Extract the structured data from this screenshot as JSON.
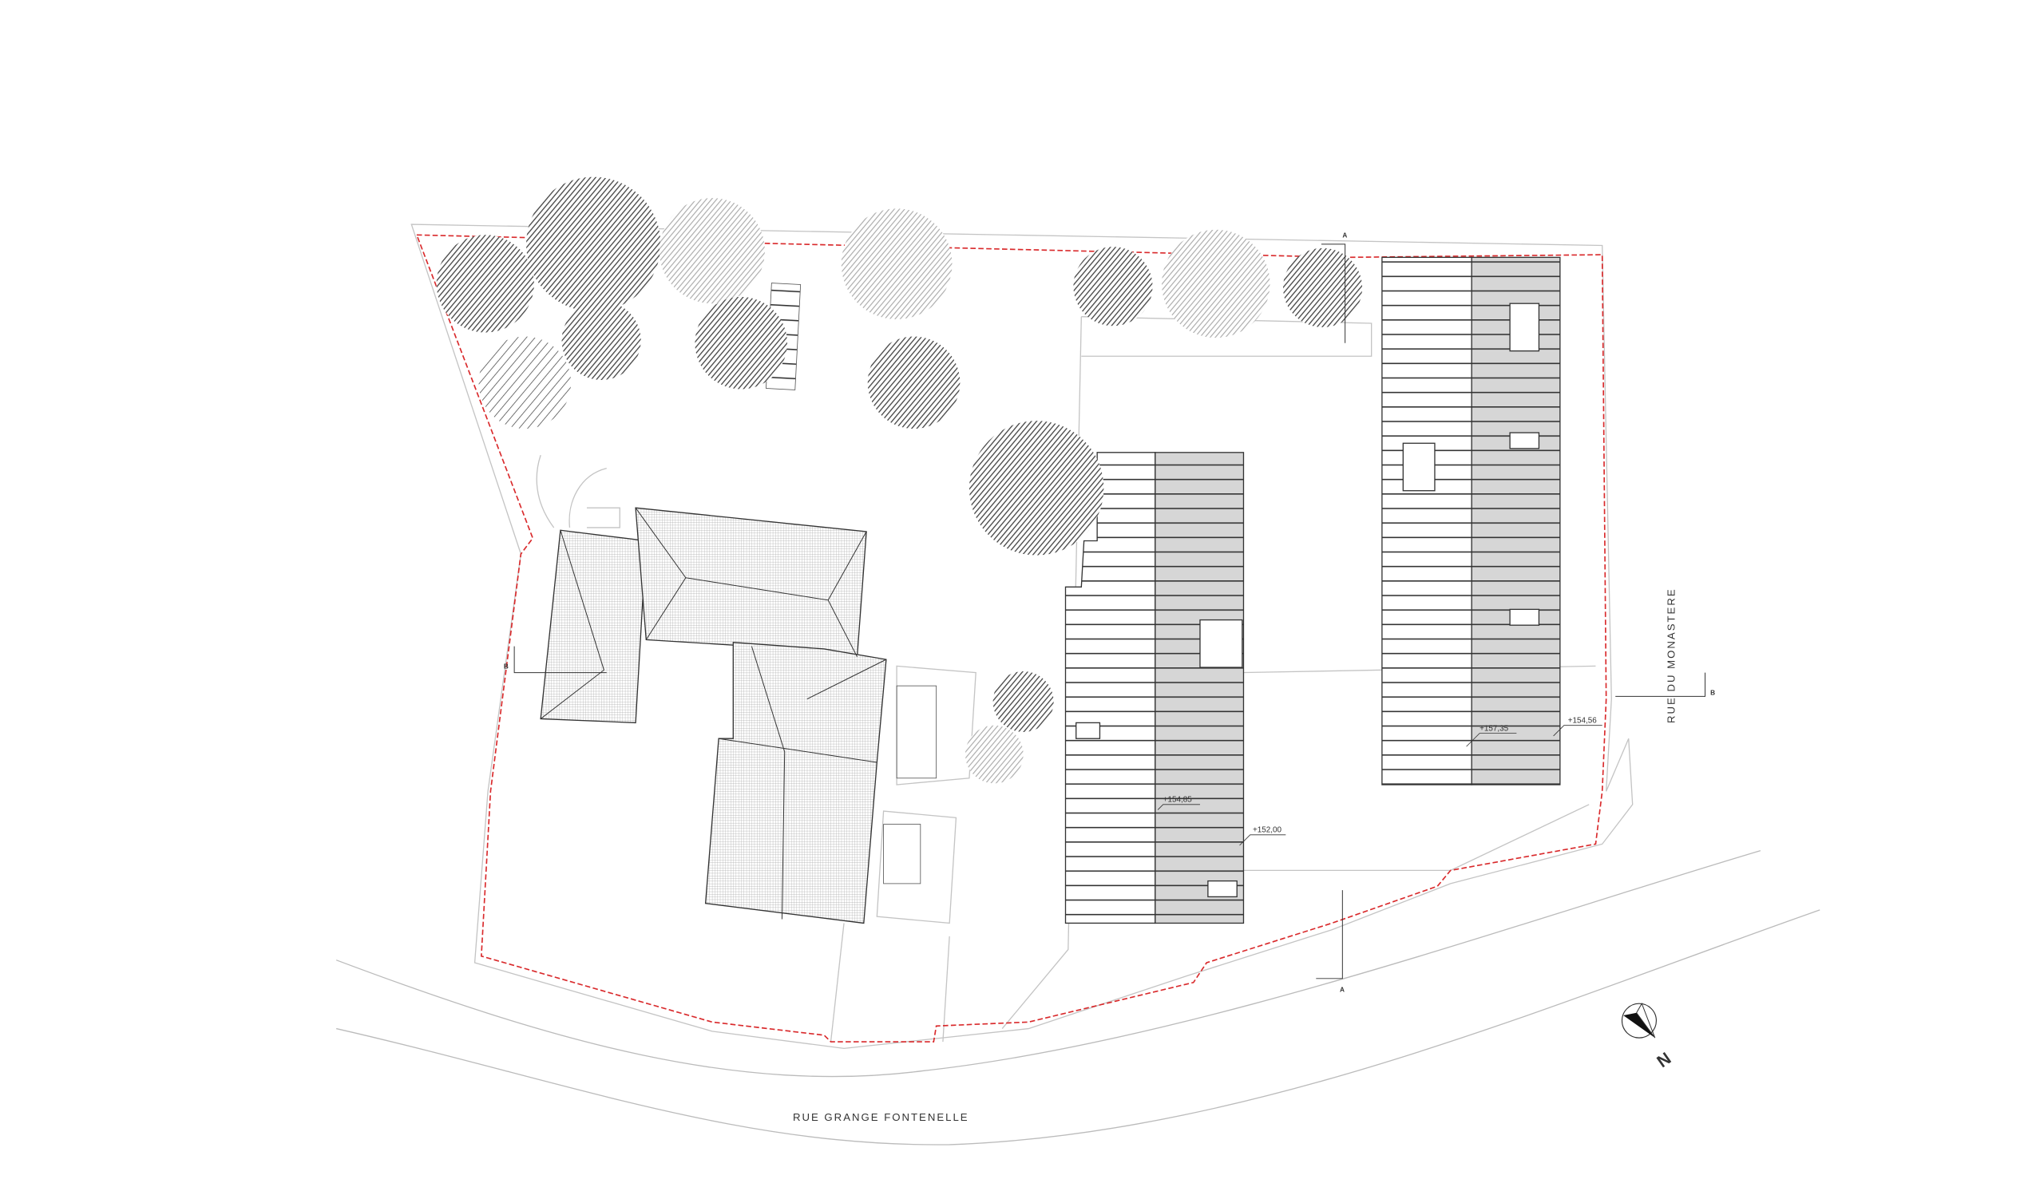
{
  "streets": {
    "south": "RUE GRANGE FONTENELLE",
    "east": "RUE DU MONASTERE"
  },
  "section_marks": {
    "a_top": "A",
    "a_bottom": "A",
    "b_left": "B",
    "b_right": "B"
  },
  "elevations": {
    "e1": "+154,85",
    "e2": "+152,00",
    "e3": "+157,35",
    "e4": "+154,56"
  },
  "north_arrow": {
    "label": "N"
  },
  "colors": {
    "boundary": "#d9292b",
    "roof_gray": "#d6d6d6",
    "line": "#bdbdbd"
  }
}
